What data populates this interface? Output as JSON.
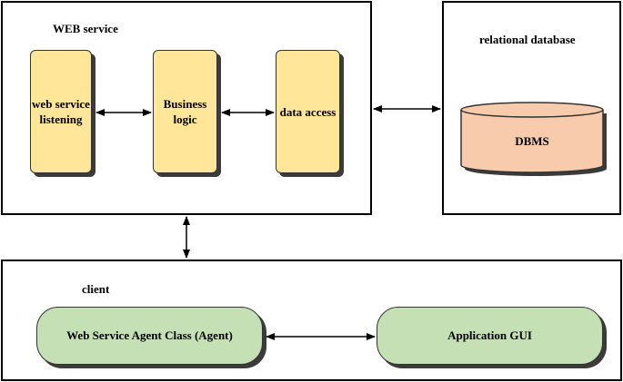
{
  "web_service": {
    "title": "WEB service",
    "modules": [
      "web service listening",
      "Business logic",
      "data access"
    ]
  },
  "database": {
    "title": "relational database",
    "dbms_label": "DBMS"
  },
  "client": {
    "title": "client",
    "agent_label": "Web Service Agent Class (Agent)",
    "gui_label": "Application GUI"
  },
  "colors": {
    "module_fill": "#FFE699",
    "dbms_fill": "#F8CBAD",
    "client_fill": "#C5E0B4",
    "shadow": "#3b3b3b"
  }
}
